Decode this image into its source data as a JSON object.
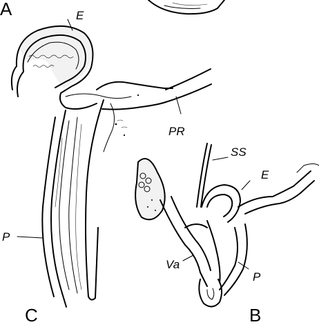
{
  "figure": {
    "panels": {
      "a": "A",
      "b": "B",
      "c": "C"
    },
    "labels": {
      "c_epiphallus": "E",
      "c_penial_retractor": "PR",
      "c_penis": "P",
      "b_spermathecal_stalk": "SS",
      "b_epiphallus": "E",
      "b_vagina": "Va",
      "b_penis": "P"
    }
  }
}
